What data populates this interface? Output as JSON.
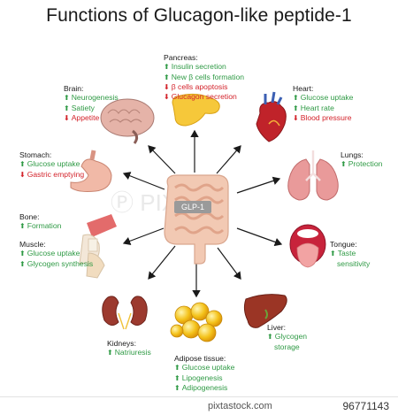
{
  "title": "Functions of Glucagon-like peptide-1",
  "center_label": "GLP-1",
  "watermark": "PIXTA",
  "footer": {
    "source": "pixtastock.com",
    "id": "96771143"
  },
  "colors": {
    "increase": "#2f9a45",
    "decrease": "#d3222a"
  },
  "organs": {
    "pancreas": {
      "name": "Pancreas:",
      "effects": [
        {
          "text": "Insulin secretion",
          "dir": "up"
        },
        {
          "text": "New β cells formation",
          "dir": "up"
        },
        {
          "text": "β cells apoptosis",
          "dir": "down"
        },
        {
          "text": "Glucagon secretion",
          "dir": "down"
        }
      ]
    },
    "brain": {
      "name": "Brain:",
      "effects": [
        {
          "text": "Neurogenesis",
          "dir": "up"
        },
        {
          "text": "Satiety",
          "dir": "up"
        },
        {
          "text": "Appetite",
          "dir": "down"
        }
      ]
    },
    "heart": {
      "name": "Heart:",
      "effects": [
        {
          "text": "Glucose uptake",
          "dir": "up"
        },
        {
          "text": "Heart rate",
          "dir": "up"
        },
        {
          "text": "Blood pressure",
          "dir": "down"
        }
      ]
    },
    "stomach": {
      "name": "Stomach:",
      "effects": [
        {
          "text": "Glucose uptake",
          "dir": "up"
        },
        {
          "text": "Gastric emptying",
          "dir": "down"
        }
      ]
    },
    "lungs": {
      "name": "Lungs:",
      "effects": [
        {
          "text": "Protection",
          "dir": "up"
        }
      ]
    },
    "bone": {
      "name": "Bone:",
      "effects": [
        {
          "text": "Formation",
          "dir": "up"
        }
      ]
    },
    "muscle": {
      "name": "Muscle:",
      "effects": [
        {
          "text": "Glucose uptake",
          "dir": "up"
        },
        {
          "text": "Glycogen synthesis",
          "dir": "up"
        }
      ]
    },
    "tongue": {
      "name": "Tongue:",
      "effects": [
        {
          "text": "Taste",
          "dir": "up"
        },
        {
          "text": "sensitivity",
          "dir": "none"
        }
      ]
    },
    "kidneys": {
      "name": "Kidneys:",
      "effects": [
        {
          "text": "Natriuresis",
          "dir": "up"
        }
      ]
    },
    "adipose": {
      "name": "Adipose tissue:",
      "effects": [
        {
          "text": "Glucose uptake",
          "dir": "up"
        },
        {
          "text": "Lipogenesis",
          "dir": "up"
        },
        {
          "text": "Adipogenesis",
          "dir": "up"
        }
      ]
    },
    "liver": {
      "name": "Liver:",
      "effects": [
        {
          "text": "Glycogen",
          "dir": "up"
        },
        {
          "text": "storage",
          "dir": "none"
        }
      ]
    }
  }
}
